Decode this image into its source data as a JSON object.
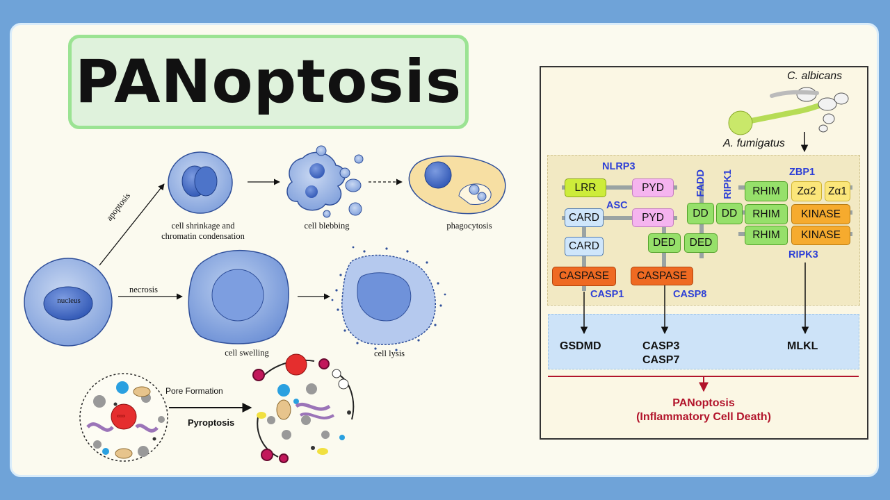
{
  "title": "PANoptosis",
  "left_diagram": {
    "nucleus": "nucleus",
    "apoptosis": "apoptosis",
    "necrosis": "necrosis",
    "cell_shrinkage_line1": "cell shrinkage and",
    "cell_shrinkage_line2": "chromatin condensation",
    "cell_blebbing": "cell blebbing",
    "phagocytosis": "phagocytosis",
    "cell_swelling": "cell swelling",
    "cell_lysis": "cell lysis",
    "pore_formation": "Pore Formation",
    "pyroptosis": "Pyroptosis",
    "nucleus_marks": "xxxx"
  },
  "pathway": {
    "pathogen_top": "C. albicans",
    "pathogen_bottom": "A. fumigatus",
    "proteins": {
      "nlrp3": "NLRP3",
      "asc": "ASC",
      "fadd": "FADD",
      "ripk1": "RIPK1",
      "zbp1": "ZBP1",
      "ripk3": "RIPK3",
      "casp1": "CASP1",
      "casp8": "CASP8"
    },
    "domains": {
      "lrr": "LRR",
      "pyd1": "PYD",
      "pyd2": "PYD",
      "card1": "CARD",
      "card2": "CARD",
      "caspase1": "CASPASE",
      "caspase2": "CASPASE",
      "ded1": "DED",
      "ded2": "DED",
      "dd1": "DD",
      "dd2": "DD",
      "rhim1": "RHIM",
      "rhim2": "RHIM",
      "rhim3": "RHIM",
      "za2": "Zα2",
      "za1": "Zα1",
      "kinase1": "KINASE",
      "kinase2": "KINASE"
    },
    "outputs": {
      "gsdmd": "GSDMD",
      "casp3": "CASP3",
      "casp7": "CASP7",
      "mlkl": "MLKL"
    },
    "result_line1": "PANoptosis",
    "result_line2": "(Inflammatory Cell Death)"
  },
  "colors": {
    "background": "#6fa3d8",
    "title_border": "#9be393",
    "protein_label": "#2d3fd6",
    "result_text": "#b2142b",
    "lrr": "#cdec3a",
    "pyd": "#f5b4ef",
    "card": "#cfe6fb",
    "caspase": "#ef6a22",
    "death_domain": "#96e06a",
    "kinase": "#f6ab2e",
    "z_alpha": "#fbe67a"
  }
}
